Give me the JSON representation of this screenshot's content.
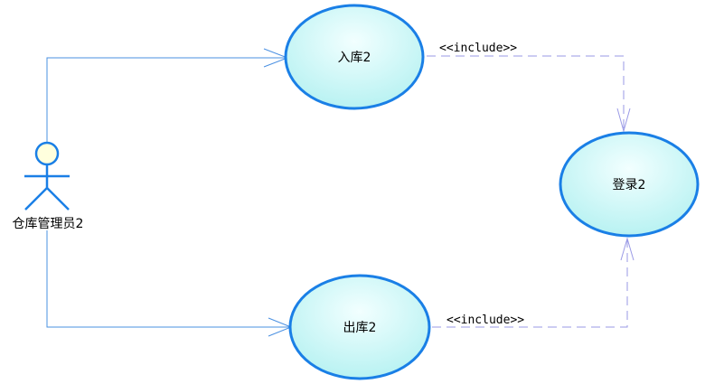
{
  "actor": {
    "name": "仓库管理员2"
  },
  "use_cases": {
    "inbound": {
      "label": "入库2"
    },
    "outbound": {
      "label": "出库2"
    },
    "login": {
      "label": "登录2"
    }
  },
  "relationships": {
    "include_inbound_login": {
      "stereotype": "<<include>>"
    },
    "include_outbound_login": {
      "stereotype": "<<include>>"
    }
  },
  "colors": {
    "ellipse_stroke": "#1a7fe6",
    "ellipse_fill_light": "#f2ffff",
    "ellipse_fill_dark": "#b8f2f2",
    "association_line": "#4a90e2",
    "include_line": "#9a9ae6",
    "actor_head_fill": "#ffffdd"
  }
}
